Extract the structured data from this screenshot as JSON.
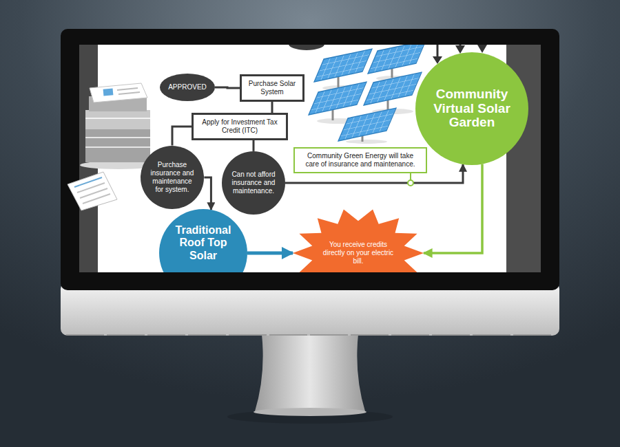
{
  "diagram": {
    "nodes": [
      {
        "text": [
          "APPROVED"
        ]
      },
      {
        "text": [
          "Purchase Solar System"
        ]
      },
      {
        "text": [
          "Apply for Investment Tax Credit (ITC)"
        ]
      },
      {
        "text": [
          "Purchase insurance and maintenance for system."
        ]
      },
      {
        "text": [
          "Can not afford insurance and maintenance."
        ]
      },
      {
        "text": [
          "Community Green Energy will take care of insurance and maintenance."
        ]
      },
      {
        "text": [
          "Community Virtual Solar Garden"
        ]
      },
      {
        "text": [
          "Traditional Roof Top Solar"
        ]
      },
      {
        "text": [
          "You receive credits directly on your electric bill."
        ]
      }
    ],
    "edges": [
      {
        "from": 0,
        "to": 1,
        "arrow": "none"
      },
      {
        "from": 1,
        "to": 2,
        "arrow": "none"
      },
      {
        "from": 2,
        "to": 3,
        "arrow": "none"
      },
      {
        "from": 2,
        "to": 4,
        "arrow": "none"
      },
      {
        "from": 3,
        "to": 7,
        "arrow": "to"
      },
      {
        "from": 4,
        "to": 6,
        "arrow": "to"
      },
      {
        "from": 7,
        "to": 8,
        "arrow": "to"
      },
      {
        "from": 6,
        "to": 8,
        "arrow": "to"
      }
    ]
  }
}
